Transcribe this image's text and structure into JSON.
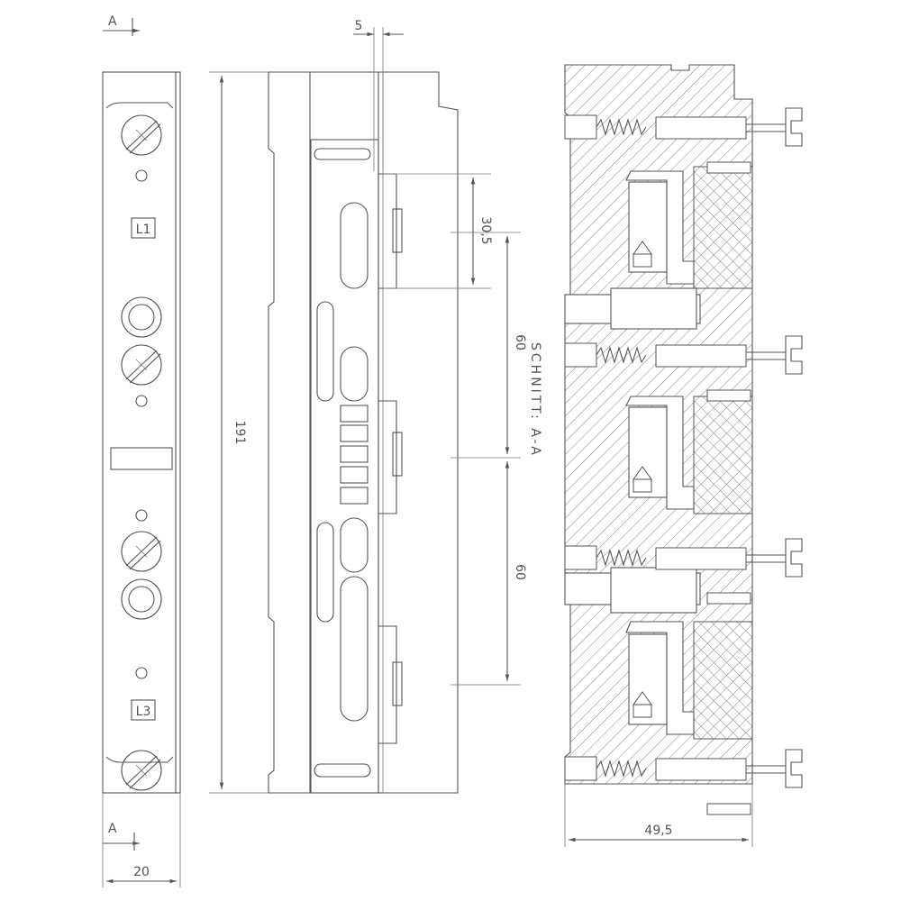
{
  "section_marks": {
    "top": "A",
    "bottom": "A"
  },
  "terminal_labels": {
    "first": "L1",
    "second": "L3"
  },
  "dimensions": {
    "total_height": "191",
    "front_width": "20",
    "offset": "5",
    "spacing_small": "30,5",
    "pitch_1": "60",
    "pitch_2": "60",
    "section_width": "49,5"
  },
  "section_title": "SCHNITT: A-A",
  "colors": {
    "line": "#555555",
    "background": "#ffffff"
  }
}
